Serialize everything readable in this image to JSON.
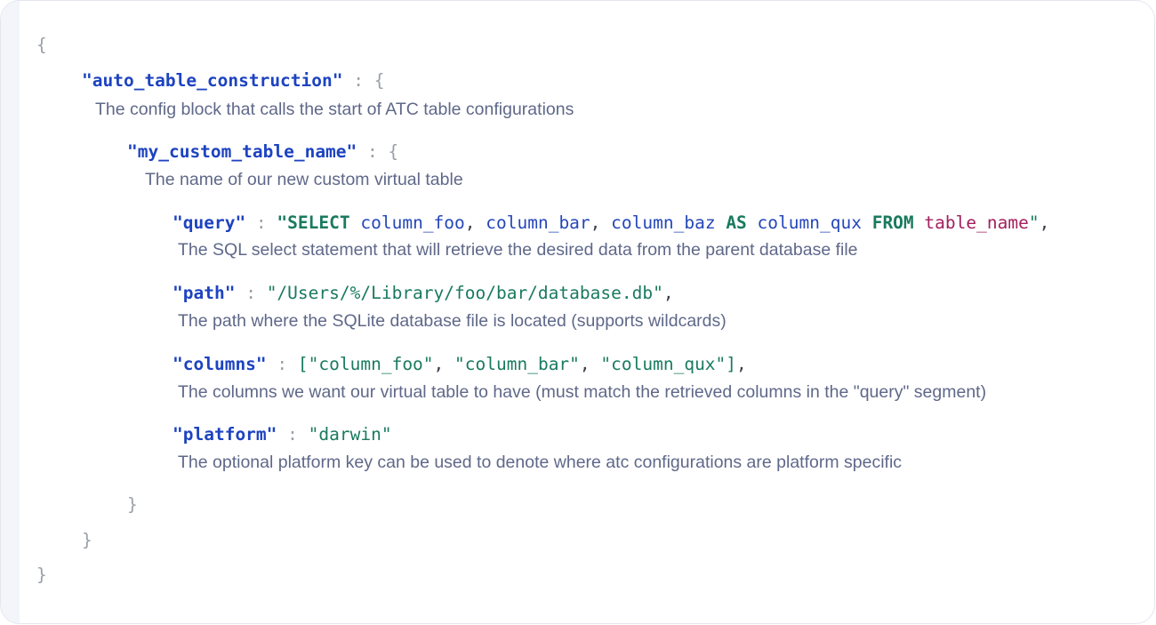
{
  "code": {
    "open_brace": "{",
    "close_brace": "}",
    "colon": " : ",
    "comma": ",",
    "atc": {
      "key": "\"auto_table_construction\"",
      "open": "{",
      "close": "}",
      "description": "The config block that calls the start of ATC table configurations"
    },
    "table": {
      "key": "\"my_custom_table_name\"",
      "open": "{",
      "close": "}",
      "description": "The name of our new custom virtual table"
    },
    "query": {
      "key": "\"query\"",
      "quote_open": "\"",
      "select_kw": "SELECT",
      "col1": "column_foo",
      "col2": "column_bar",
      "col3": "column_baz",
      "as_kw": "AS",
      "col4": "column_qux",
      "from_kw": "FROM",
      "table_name": "table_name",
      "quote_close": "\"",
      "description": "The SQL select statement that will retrieve the desired data from the parent database file"
    },
    "path": {
      "key": "\"path\"",
      "value": "\"/Users/%/Library/foo/bar/database.db\"",
      "description": "The path where the SQLite database file is located (supports wildcards)"
    },
    "columns": {
      "key": "\"columns\"",
      "bracket_open": "[",
      "items": [
        "\"column_foo\"",
        "\"column_bar\"",
        "\"column_qux\""
      ],
      "bracket_close": "]",
      "description": "The columns we want our virtual table to have (must match the retrieved columns in the \"query\" segment)"
    },
    "platform": {
      "key": "\"platform\"",
      "value": "\"darwin\"",
      "description": "The optional platform key can be used to denote where atc configurations are platform specific"
    }
  },
  "colors": {
    "key": "#1d43c0",
    "string": "#1a7a5f",
    "table_name": "#a3205e",
    "description": "#5f6889",
    "punctuation": "#9aa0a8"
  }
}
